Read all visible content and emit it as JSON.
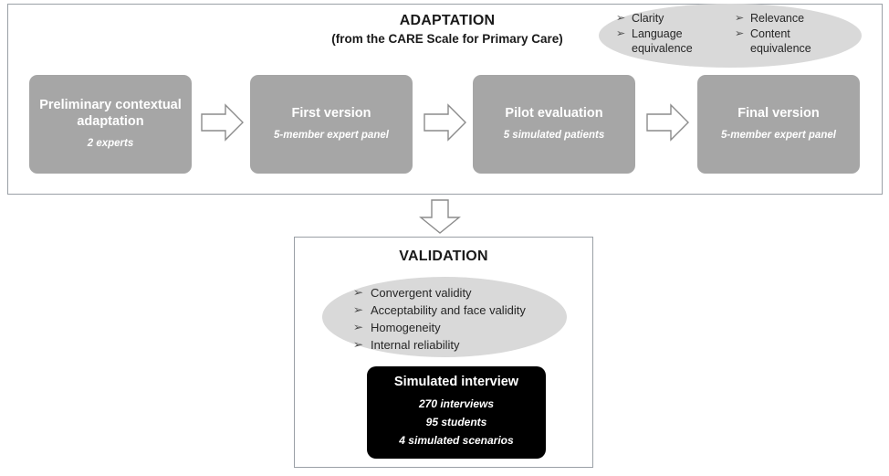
{
  "adaptation": {
    "title": "ADAPTATION",
    "subtitle": "(from the CARE Scale for Primary Care)",
    "steps": [
      {
        "title": "Preliminary contextual adaptation",
        "sub": "2 experts"
      },
      {
        "title": "First version",
        "sub": "5-member expert panel"
      },
      {
        "title": "Pilot evaluation",
        "sub": "5 simulated patients"
      },
      {
        "title": "Final version",
        "sub": "5-member expert panel"
      }
    ],
    "criteria": {
      "bullet": "➢",
      "column_left": [
        "Clarity",
        "Language equivalence"
      ],
      "column_right": [
        "Relevance",
        "Content equivalence"
      ]
    }
  },
  "validation": {
    "title": "VALIDATION",
    "bullet": "➢",
    "items": [
      "Convergent validity",
      "Acceptability and face validity",
      "Homogeneity",
      "Internal reliability"
    ],
    "results": {
      "title": "Simulated interview",
      "stats": [
        "270 interviews",
        "95 students",
        "4 simulated scenarios"
      ]
    }
  },
  "colors": {
    "process_box": "#a6a6a6",
    "ellipse": "#d9d9d9",
    "results_box": "#000000",
    "panel_border": "#9aa0a6",
    "arrow_stroke": "#8c8c8c"
  }
}
